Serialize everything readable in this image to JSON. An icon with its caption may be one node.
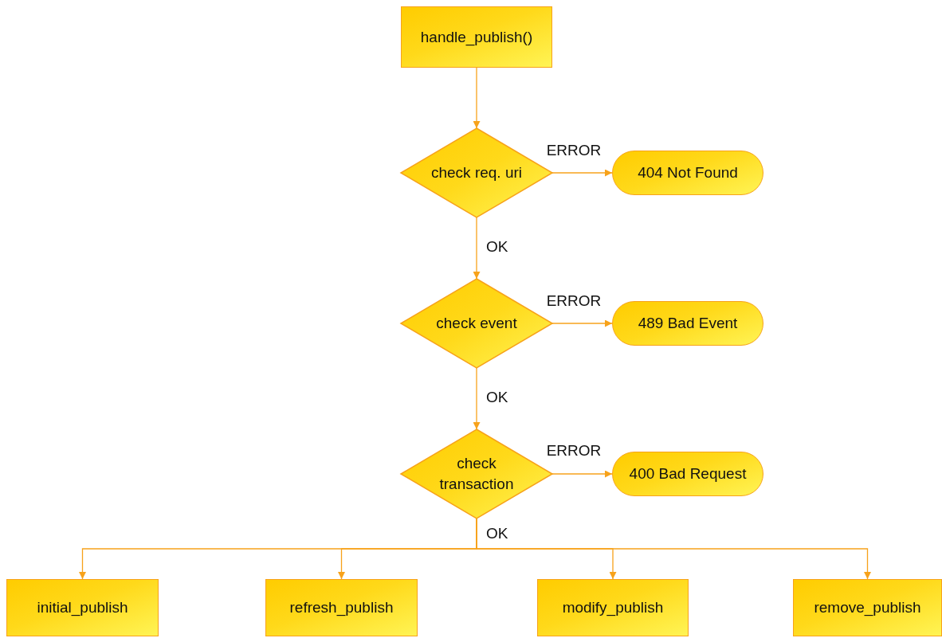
{
  "diagram": {
    "nodes": [
      {
        "text": [
          "handle_publish()"
        ]
      },
      {
        "text": [
          "check req. uri"
        ]
      },
      {
        "text": [
          "404 Not Found"
        ]
      },
      {
        "text": [
          "check event"
        ]
      },
      {
        "text": [
          "489 Bad Event"
        ]
      },
      {
        "text": [
          "check transaction"
        ]
      },
      {
        "text": [
          "400 Bad Request"
        ]
      },
      {
        "text": [
          "initial_publish"
        ]
      },
      {
        "text": [
          "refresh_publish"
        ]
      },
      {
        "text": [
          "modify_publish"
        ]
      },
      {
        "text": [
          "remove_publish"
        ]
      }
    ],
    "edges": [
      {
        "from": 0,
        "to": 1,
        "arrow": "to"
      },
      {
        "from": 1,
        "to": 2,
        "arrow": "to",
        "label": "ERROR"
      },
      {
        "from": 1,
        "to": 3,
        "arrow": "to",
        "label": "OK"
      },
      {
        "from": 3,
        "to": 4,
        "arrow": "to",
        "label": "ERROR"
      },
      {
        "from": 3,
        "to": 5,
        "arrow": "to",
        "label": "OK"
      },
      {
        "from": 5,
        "to": 6,
        "arrow": "to",
        "label": "ERROR"
      },
      {
        "from": 5,
        "to": 7,
        "arrow": "to",
        "label": "OK"
      },
      {
        "from": 5,
        "to": 8,
        "arrow": "to"
      },
      {
        "from": 5,
        "to": 9,
        "arrow": "to"
      },
      {
        "from": 5,
        "to": 10,
        "arrow": "to"
      }
    ]
  }
}
